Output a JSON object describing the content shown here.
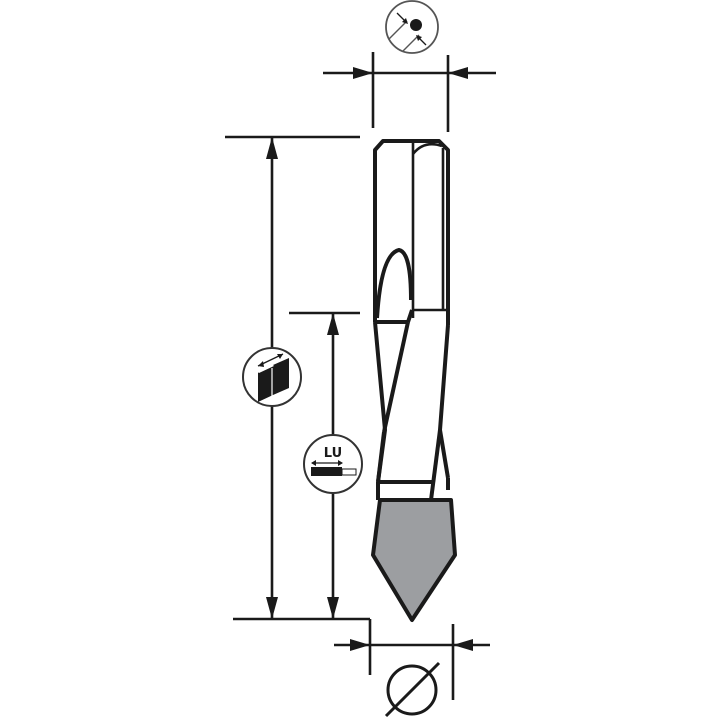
{
  "diagram": {
    "title": "Dowel drill bit dimension drawing",
    "tip_color": "#9c9ea1",
    "line_color": "#1a1a1a",
    "symbols": {
      "shank_diameter": "shank-diameter-symbol",
      "total_length": "total-length-symbol",
      "useful_length": {
        "label": "LU"
      },
      "cutting_diameter": {
        "label": "Ø"
      }
    }
  }
}
